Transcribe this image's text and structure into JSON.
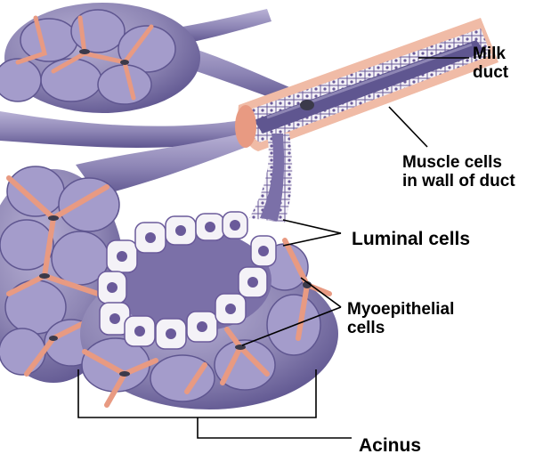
{
  "colors": {
    "lobule": "#8e86b4",
    "lobule_dark": "#5f5690",
    "myoepithelial": "#e89a82",
    "duct_wall": "#f0bba6",
    "luminal_cell": "#f4f2f7",
    "nucleus": "#6a5a9a",
    "lumen": "#7b70a8",
    "label_line": "#000000"
  },
  "labels": {
    "milk_duct": [
      "Milk",
      "duct"
    ],
    "muscle_cells": [
      "Muscle cells",
      "in wall of duct"
    ],
    "luminal_cells": "Luminal cells",
    "myoepithelial": [
      "Myoepithelial",
      "cells"
    ],
    "acinus": "Acinus"
  }
}
